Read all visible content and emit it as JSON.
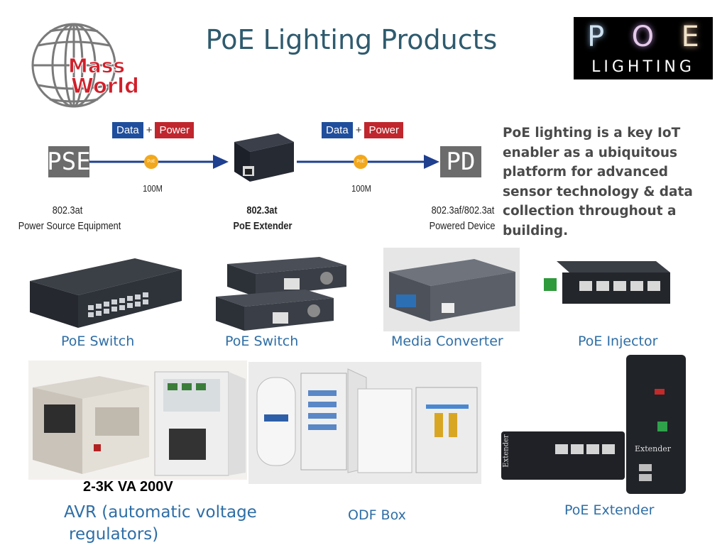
{
  "header": {
    "title": "PoE Lighting Products",
    "left_logo_text_1": "Mass",
    "left_logo_text_2": "World",
    "right_logo_letters": [
      "P",
      "O",
      "E"
    ],
    "right_logo_word": "LIGHTING"
  },
  "diagram": {
    "pse_box": "PSE",
    "pd_box": "PD",
    "data_label": "Data",
    "plus": "+",
    "power_label": "Power",
    "poe_dot": "PoE",
    "speed_left": "100M",
    "speed_right": "100M",
    "pse_std": "802.3at",
    "pse_name": "Power Source Equipment",
    "ext_std": "802.3at",
    "ext_name": "PoE Extender",
    "pd_std": "802.3af/802.3at",
    "pd_name": "Powered Device"
  },
  "description": "PoE lighting is a key IoT enabler as a ubiquitous platform for advanced sensor technology & data collection throughout a building.",
  "products": {
    "row1": [
      {
        "caption": "PoE Switch"
      },
      {
        "caption": "PoE Switch"
      },
      {
        "caption": "Media Converter"
      },
      {
        "caption": "PoE Injector"
      }
    ],
    "avr_rating": "2-3K VA 200V",
    "avr_caption_1": "AVR (automatic voltage",
    "avr_caption_2": "regulators)",
    "odf_caption": "ODF Box",
    "extender_caption": "PoE Extender",
    "extender_label": "Extender"
  },
  "colors": {
    "title": "#2f5b6e",
    "caption": "#2e6ea6",
    "data_blue": "#1f4e9c",
    "power_red": "#c0262d",
    "arrow": "#1f3f8f",
    "logo_red": "#d11f2a"
  }
}
